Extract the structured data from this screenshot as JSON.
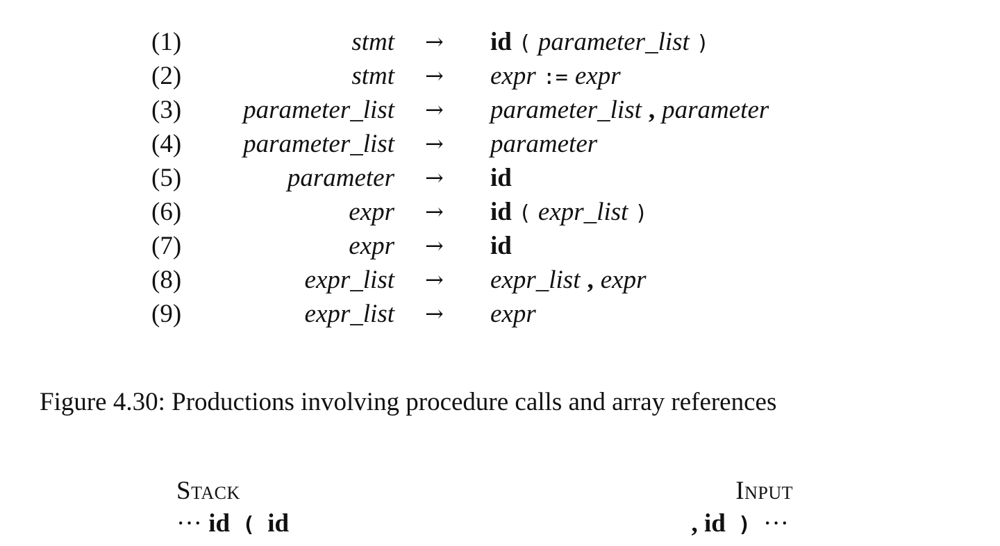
{
  "productions": [
    {
      "num": "(1)",
      "lhs": "stmt",
      "arrow": "→",
      "rhs": [
        {
          "t": "t",
          "v": "id"
        },
        {
          "t": "p",
          "v": "("
        },
        {
          "t": "nt",
          "v": "parameter_list"
        },
        {
          "t": "p",
          "v": ")"
        }
      ]
    },
    {
      "num": "(2)",
      "lhs": "stmt",
      "arrow": "→",
      "rhs": [
        {
          "t": "nt",
          "v": "expr"
        },
        {
          "t": "p",
          "v": ":="
        },
        {
          "t": "nt",
          "v": "expr"
        }
      ]
    },
    {
      "num": "(3)",
      "lhs": "parameter_list",
      "arrow": "→",
      "rhs": [
        {
          "t": "nt",
          "v": "parameter_list"
        },
        {
          "t": "c",
          "v": ","
        },
        {
          "t": "nt",
          "v": "parameter"
        }
      ]
    },
    {
      "num": "(4)",
      "lhs": "parameter_list",
      "arrow": "→",
      "rhs": [
        {
          "t": "nt",
          "v": "parameter"
        }
      ]
    },
    {
      "num": "(5)",
      "lhs": "parameter",
      "arrow": "→",
      "rhs": [
        {
          "t": "t",
          "v": "id"
        }
      ]
    },
    {
      "num": "(6)",
      "lhs": "expr",
      "arrow": "→",
      "rhs": [
        {
          "t": "t",
          "v": "id"
        },
        {
          "t": "p",
          "v": "("
        },
        {
          "t": "nt",
          "v": "expr_list"
        },
        {
          "t": "p",
          "v": ")"
        }
      ]
    },
    {
      "num": "(7)",
      "lhs": "expr",
      "arrow": "→",
      "rhs": [
        {
          "t": "t",
          "v": "id"
        }
      ]
    },
    {
      "num": "(8)",
      "lhs": "expr_list",
      "arrow": "→",
      "rhs": [
        {
          "t": "nt",
          "v": "expr_list"
        },
        {
          "t": "c",
          "v": ","
        },
        {
          "t": "nt",
          "v": "expr"
        }
      ]
    },
    {
      "num": "(9)",
      "lhs": "expr_list",
      "arrow": "→",
      "rhs": [
        {
          "t": "nt",
          "v": "expr"
        }
      ]
    }
  ],
  "caption": "Figure 4.30: Productions involving procedure calls and array references",
  "table": {
    "stack_header": "Stack",
    "input_header": "Input",
    "stack_tokens": [
      {
        "t": "n",
        "v": "··· "
      },
      {
        "t": "t",
        "v": "id"
      },
      {
        "t": "p",
        "v": " ( "
      },
      {
        "t": "t",
        "v": "id"
      }
    ],
    "input_tokens": [
      {
        "t": "t",
        "v": ", id"
      },
      {
        "t": "p",
        "v": " ) "
      },
      {
        "t": "n",
        "v": "···"
      }
    ]
  }
}
